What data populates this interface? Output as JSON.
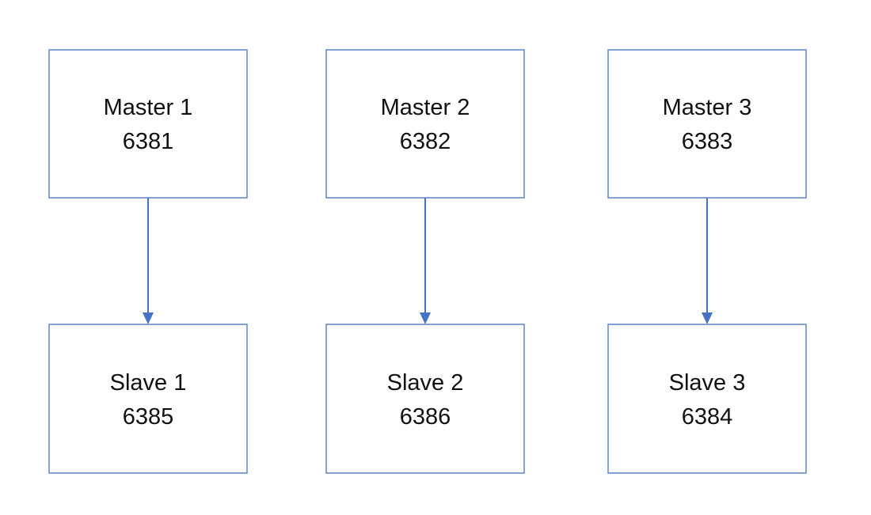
{
  "colors": {
    "box_border": "#5b84c6",
    "arrow": "#4472c4",
    "text": "#111111",
    "background": "#ffffff"
  },
  "pairs": [
    {
      "master": {
        "name": "Master 1",
        "port": "6381"
      },
      "slave": {
        "name": "Slave 1",
        "port": "6385"
      }
    },
    {
      "master": {
        "name": "Master 2",
        "port": "6382"
      },
      "slave": {
        "name": "Slave 2",
        "port": "6386"
      }
    },
    {
      "master": {
        "name": "Master 3",
        "port": "6383"
      },
      "slave": {
        "name": "Slave 3",
        "port": "6384"
      }
    }
  ]
}
